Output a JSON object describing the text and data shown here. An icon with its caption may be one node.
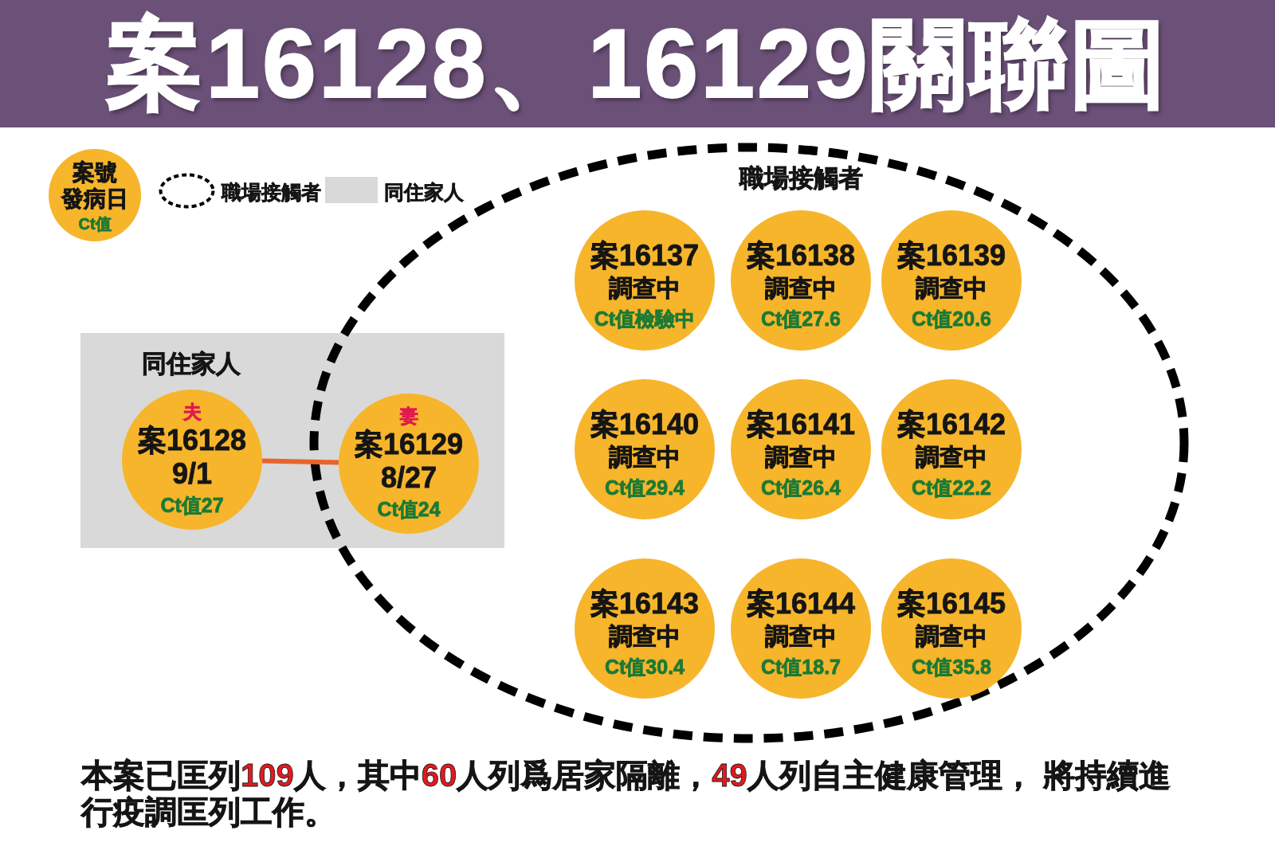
{
  "diagram": {
    "title": "案16128、16129關聯圖",
    "caption": "本案已匡列**109**人，其中**60**人列爲居家隔離，**49**人列自主健康管理， 將持續進行疫調匡列工作。",
    "nodes": [
      {
        "text": [
          "案號",
          "發病日",
          "Ct值"
        ]
      },
      {
        "text": [
          "職場接觸者"
        ]
      },
      {
        "text": [
          "案16137",
          "調查中",
          "Ct值檢驗中"
        ],
        "in": 1
      },
      {
        "text": [
          "案16138",
          "調查中",
          "Ct值27.6"
        ],
        "in": 1
      },
      {
        "text": [
          "案16139",
          "調查中",
          "Ct值20.6"
        ],
        "in": 1
      },
      {
        "text": [
          "案16140",
          "調查中",
          "Ct值29.4"
        ],
        "in": 1
      },
      {
        "text": [
          "案16141",
          "調查中",
          "Ct值26.4"
        ],
        "in": 1
      },
      {
        "text": [
          "案16142",
          "調查中",
          "Ct值22.2"
        ],
        "in": 1
      },
      {
        "text": [
          "案16143",
          "調查中",
          "Ct值30.4"
        ],
        "in": 1
      },
      {
        "text": [
          "案16144",
          "調查中",
          "Ct值18.7"
        ],
        "in": 1
      },
      {
        "text": [
          "案16145",
          "調查中",
          "Ct值35.8"
        ],
        "in": 1
      },
      {
        "text": [
          "同住家人"
        ]
      },
      {
        "text": [
          "夫",
          "案16128",
          "9/1",
          "Ct值27"
        ],
        "in": 11
      },
      {
        "text": [
          "妻",
          "案16129",
          "8/27",
          "Ct值24"
        ]
      }
    ],
    "edges": [
      {
        "from": 12,
        "to": 13,
        "arrow": "none"
      }
    ],
    "legend": [
      {
        "text": "職場接觸者"
      },
      {
        "text": "同住家人",
        "color": "#d9d9d9"
      }
    ]
  }
}
